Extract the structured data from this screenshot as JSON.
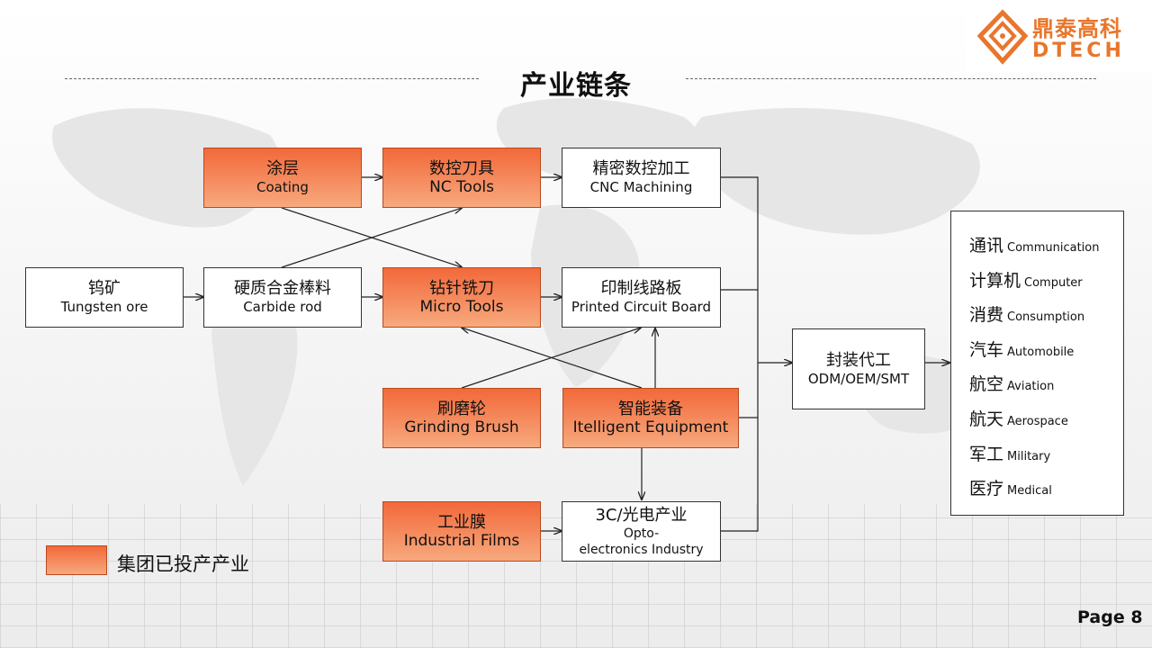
{
  "title": "产业链条",
  "logo": {
    "cn": "鼎泰高科",
    "en": "DTECH",
    "color": "#e8762c"
  },
  "colors": {
    "owned_fill_top": "#f2693a",
    "owned_fill_bottom": "#f7a97e",
    "line": "#222222"
  },
  "nodes": {
    "tungsten": {
      "cn": "钨矿",
      "en": "Tungsten  ore",
      "owned": false
    },
    "carbide": {
      "cn": "硬质合金棒料",
      "en": "Carbide rod",
      "owned": false
    },
    "coating": {
      "cn": "涂层",
      "en": "Coating",
      "owned": true
    },
    "nc_tools": {
      "cn": "数控刀具",
      "en": "NC Tools",
      "owned": true
    },
    "micro_tools": {
      "cn": "钻针铣刀",
      "en": "Micro Tools",
      "owned": true
    },
    "cnc": {
      "cn": "精密数控加工",
      "en": "CNC Machining",
      "owned": false
    },
    "pcb": {
      "cn": "印制线路板",
      "en": "Printed Circuit Board",
      "owned": false
    },
    "brush": {
      "cn": "刷磨轮",
      "en": "Grinding Brush",
      "owned": true
    },
    "equipment": {
      "cn": "智能装备",
      "en": "Itelligent Equipment",
      "owned": true
    },
    "films": {
      "cn": "工业膜",
      "en": "Industrial Films",
      "owned": true
    },
    "opto": {
      "cn": "3C/光电产业",
      "en1": "Opto-",
      "en2": "electronics Industry",
      "owned": false
    },
    "packaging": {
      "cn": "封装代工",
      "en": "ODM/OEM/SMT",
      "owned": false
    }
  },
  "applications": [
    {
      "cn": "通讯",
      "en": "Communication"
    },
    {
      "cn": "计算机",
      "en": "Computer"
    },
    {
      "cn": "消费",
      "en": "Consumption"
    },
    {
      "cn": "汽车",
      "en": "Automobile"
    },
    {
      "cn": "航空",
      "en": "Aviation"
    },
    {
      "cn": "航天",
      "en": "Aerospace"
    },
    {
      "cn": "军工",
      "en": "Military"
    },
    {
      "cn": "医疗",
      "en": "Medical"
    }
  ],
  "legend": {
    "label": "集团已投产产业"
  },
  "page": "Page 8"
}
